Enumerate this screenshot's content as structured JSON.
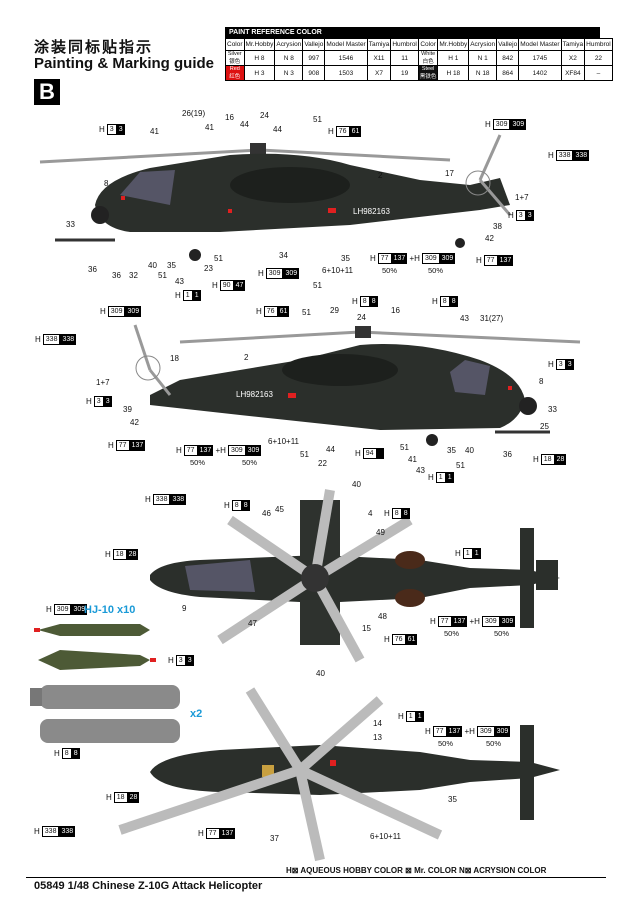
{
  "header": {
    "title_cn": "涂装同标贴指示",
    "title_en": "Painting & Marking guide",
    "section": "B"
  },
  "paint_table": {
    "title": "PAINT REFERENCE COLOR",
    "columns": [
      "Color",
      "Mr.Hobby",
      "Acrysion",
      "Vallejo",
      "Model Master",
      "Tamiya",
      "Humbrol"
    ],
    "left_rows": [
      {
        "color_en": "Silver",
        "color_cn": "银色",
        "hobby": "H 8",
        "hobby_code": "8",
        "acry": "N 8",
        "vallejo": "997",
        "mm": "1546",
        "tamiya": "X11",
        "humbrol": "11"
      },
      {
        "color_en": "Red",
        "color_cn": "红色",
        "hobby": "H 3",
        "hobby_code": "3",
        "acry": "N 3",
        "vallejo": "908",
        "mm": "1503",
        "tamiya": "X7",
        "humbrol": "19"
      }
    ],
    "right_rows": [
      {
        "color_en": "White",
        "color_cn": "白色",
        "hobby": "H 1",
        "hobby_code": "1",
        "acry": "N 1",
        "vallejo": "842",
        "mm": "1745",
        "tamiya": "X2",
        "humbrol": "22"
      },
      {
        "color_en": "Steel",
        "color_cn": "黑铁色",
        "hobby": "H 18",
        "hobby_code": "28",
        "acry": "N 18",
        "vallejo": "864",
        "mm": "1402",
        "tamiya": "XF84",
        "humbrol": "–"
      }
    ]
  },
  "codes": {
    "h3": "3",
    "h8": "8",
    "h1": "1",
    "h18": "28",
    "h76": "61",
    "h77": "137",
    "h90": "47",
    "h309": "309",
    "h338": "338",
    "h94": ""
  },
  "view1": {
    "labels": [
      "26(19)",
      "41",
      "16",
      "24",
      "44",
      "41",
      "51",
      "8",
      "33",
      "36",
      "32",
      "40",
      "51",
      "35",
      "43",
      "23",
      "51",
      "34",
      "35",
      "6+10+11",
      "51",
      "2",
      "17",
      "1+7",
      "38",
      "42"
    ],
    "registration": "LH982163",
    "pct_left": "50%",
    "pct_right": "50%"
  },
  "view2": {
    "labels": [
      "51",
      "29",
      "24",
      "16",
      "43",
      "31(27)",
      "18",
      "2",
      "1+7",
      "39",
      "42",
      "8",
      "33",
      "25",
      "36",
      "40",
      "35",
      "41",
      "43",
      "51",
      "22",
      "44",
      "51",
      "6+10+11"
    ],
    "registration": "LH982163",
    "pct_left": "50%",
    "pct_right": "50%"
  },
  "view3": {
    "labels": [
      "40",
      "4",
      "49",
      "46",
      "45",
      "9",
      "47",
      "48",
      "15",
      "40"
    ],
    "pct_left": "50%",
    "pct_right": "50%"
  },
  "view4": {
    "labels": [
      "14",
      "13",
      "35",
      "37",
      "6+10+11"
    ],
    "pct_left": "50%",
    "pct_right": "50%"
  },
  "weapons": {
    "hj_label": "HJ-10 x10",
    "x2_label": "x2"
  },
  "legend": "H⊠ AQUEOUS HOBBY COLOR   ⊠ Mr. COLOR   N⊠ ACRYSION COLOR",
  "footer": "05849 1/48  Chinese Z-10G Attack Helicopter",
  "colors": {
    "accent": "#1a9ad7",
    "red": "#d11111",
    "body": "#2b2f2b"
  }
}
